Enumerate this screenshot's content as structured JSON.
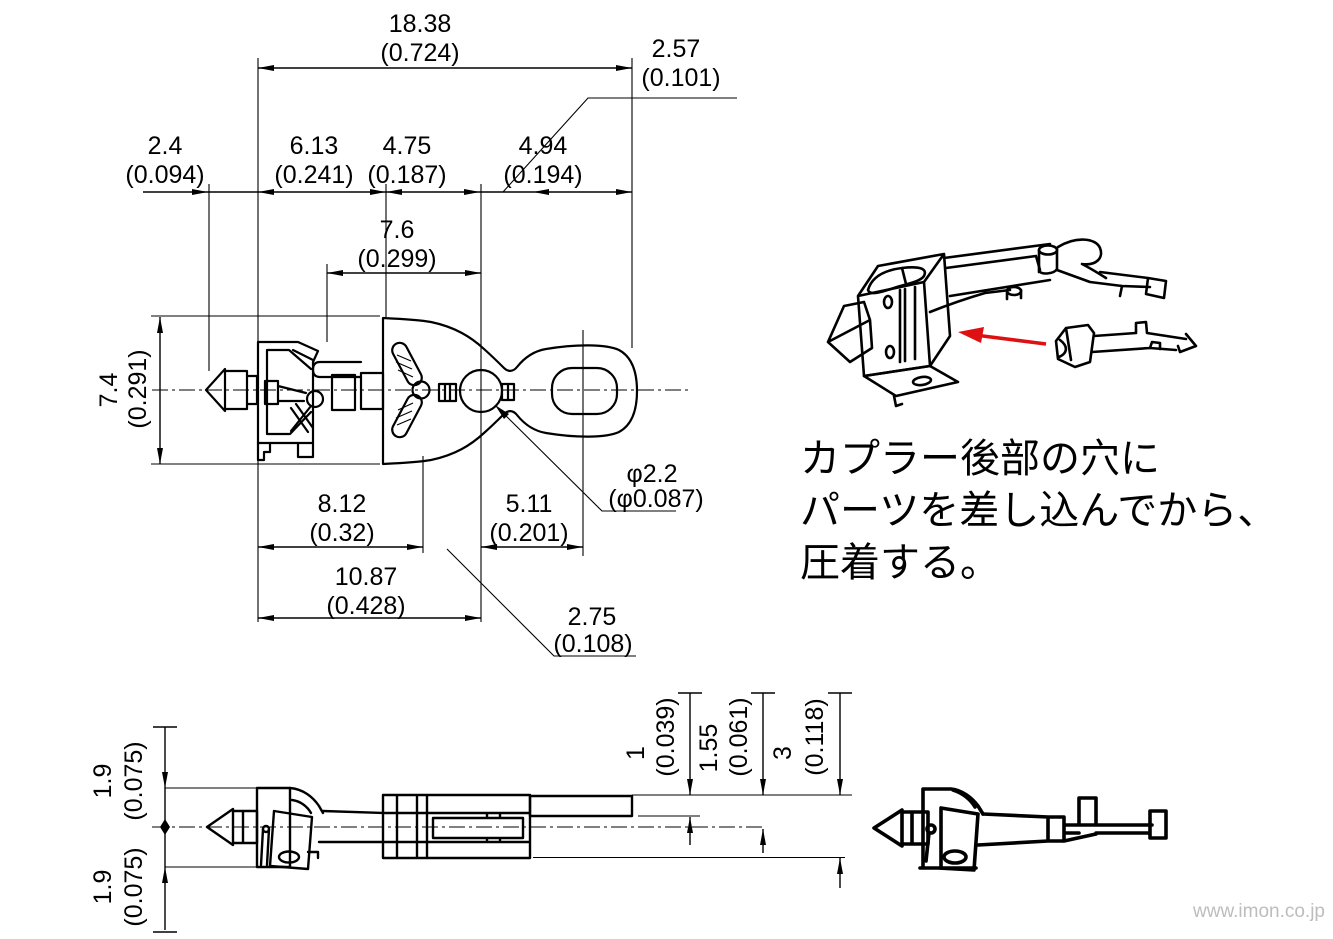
{
  "drawing": {
    "title_hint": "coupler technical drawing",
    "note_lines": [
      "カプラー後部の穴に",
      "パーツを差し込んでから、",
      "圧着する。"
    ],
    "watermark": "www.imon.co.jp"
  },
  "colors": {
    "ink": "#000000",
    "red_arrow": "#dd1111",
    "watermark_gray": "#bdbdbd"
  },
  "dims": {
    "total": {
      "mm": "18.38",
      "in": "(0.724)"
    },
    "rear": {
      "mm": "2.57",
      "in": "(0.101)"
    },
    "tip": {
      "mm": "2.4",
      "in": "(0.094)"
    },
    "seg_a": {
      "mm": "6.13",
      "in": "(0.241)"
    },
    "seg_b": {
      "mm": "4.75",
      "in": "(0.187)"
    },
    "seg_c": {
      "mm": "4.94",
      "in": "(0.194)"
    },
    "head_w": {
      "mm": "7.6",
      "in": "(0.299)"
    },
    "height": {
      "mm": "7.4",
      "in": "(0.291)"
    },
    "body": {
      "mm": "8.12",
      "in": "(0.32)"
    },
    "hole_off": {
      "mm": "5.11",
      "in": "(0.201)"
    },
    "hole_dia": {
      "mm": "φ2.2",
      "in": "(φ0.087)"
    },
    "overall": {
      "mm": "10.87",
      "in": "(0.428)"
    },
    "slot": {
      "mm": "2.75",
      "in": "(0.108)"
    },
    "half_up": {
      "mm": "1.9",
      "in": "(0.075)"
    },
    "half_dn": {
      "mm": "1.9",
      "in": "(0.075)"
    },
    "th_a": {
      "mm": "1",
      "in": "(0.039)"
    },
    "th_b": {
      "mm": "1.55",
      "in": "(0.061)"
    },
    "th_c": {
      "mm": "3",
      "in": "(0.118)"
    }
  }
}
